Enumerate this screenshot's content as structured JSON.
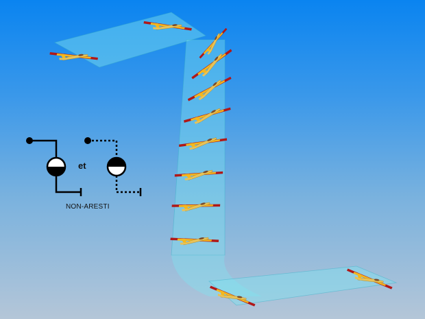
{
  "legend": {
    "connector_word": "et",
    "caption": "NON-ARESTI"
  },
  "colors": {
    "sky_top": "#0a84f0",
    "sky_bottom": "#b4c6d8",
    "ribbon_fill": "#7fe3f0",
    "wing_red": "#b01818",
    "wing_yellow": "#f4b81e",
    "fuselage": "#e8c258",
    "symbol_ink": "#000000"
  },
  "icons": [
    "glider-icon",
    "flight-path-ribbon",
    "solid-line-symbol",
    "dotted-line-symbol"
  ]
}
